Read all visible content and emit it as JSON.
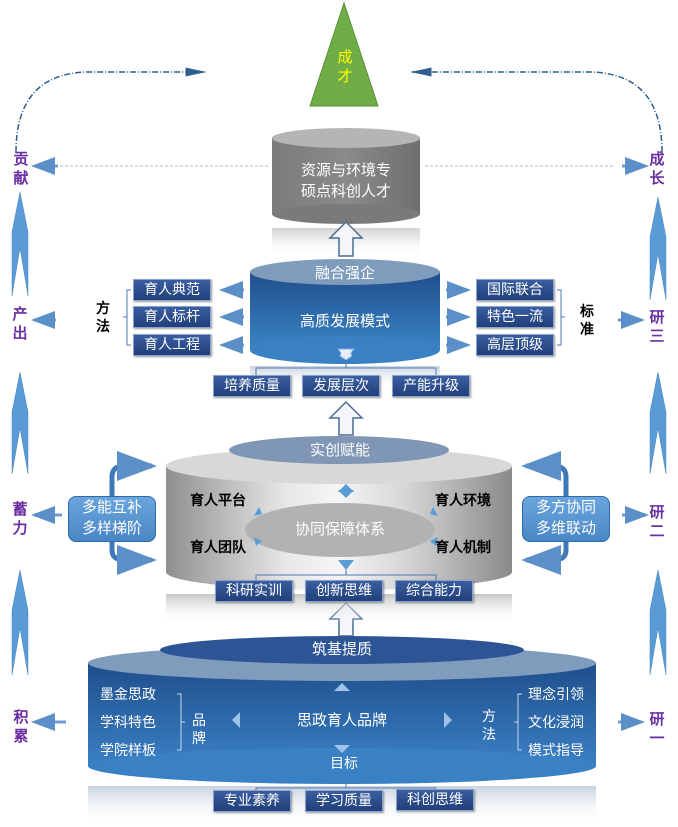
{
  "apex": {
    "label_line1": "成",
    "label_line2": "才",
    "fill": "#70ad47",
    "text_color": "#ffff00"
  },
  "top_cylinder": {
    "line1": "资源与环境专",
    "line2": "硕点科创人才",
    "fill": "#808080"
  },
  "left_axis": [
    {
      "l1": "贡",
      "l2": "献"
    },
    {
      "l1": "产",
      "l2": "出"
    },
    {
      "l1": "蓄",
      "l2": "力"
    },
    {
      "l1": "积",
      "l2": "累"
    }
  ],
  "right_axis": [
    {
      "l1": "成",
      "l2": "长"
    },
    {
      "l1": "研",
      "l2": "三"
    },
    {
      "l1": "研",
      "l2": "二"
    },
    {
      "l1": "研",
      "l2": "一"
    }
  ],
  "tier3": {
    "cap": "融合强企",
    "center": "高质发展模式",
    "left_group_label": {
      "l1": "方",
      "l2": "法"
    },
    "left_items": [
      "育人典范",
      "育人标杆",
      "育人工程"
    ],
    "right_group_label": {
      "l1": "标",
      "l2": "准"
    },
    "right_items": [
      "国际联合",
      "特色一流",
      "高层顶级"
    ],
    "outputs": [
      "培养质量",
      "发展层次",
      "产能升级"
    ]
  },
  "tier2": {
    "cap": "实创赋能",
    "center": "协同保障体系",
    "corners": [
      "育人平台",
      "育人环境",
      "育人团队",
      "育人机制"
    ],
    "left_box": {
      "l1": "多能互补",
      "l2": "多样梯阶"
    },
    "right_box": {
      "l1": "多方协同",
      "l2": "多维联动"
    },
    "outputs": [
      "科研实训",
      "创新思维",
      "综合能力"
    ]
  },
  "tier1": {
    "cap": "筑基提质",
    "center": "思政育人品牌",
    "left_items": [
      "墨金思政",
      "学科特色",
      "学院样板"
    ],
    "left_group_label": {
      "l1": "品",
      "l2": "牌"
    },
    "right_group_label": {
      "l1": "方",
      "l2": "法"
    },
    "right_items": [
      "理念引领",
      "文化浸润",
      "模式指导"
    ],
    "goal_label": "目标",
    "outputs": [
      "专业素养",
      "学习质量",
      "科创思维"
    ]
  },
  "colors": {
    "side_text": "#6a2fa0",
    "blue_arrow": "#5b9bd5",
    "navy": "#213f7a",
    "dark_blue": "#1f4e8c"
  }
}
